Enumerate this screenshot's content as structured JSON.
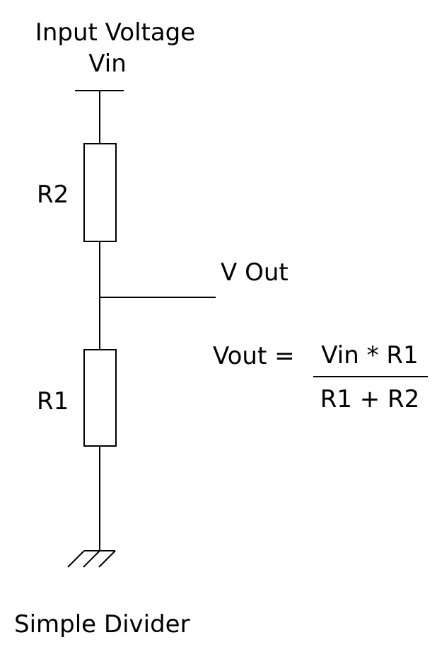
{
  "input": {
    "title_line1": "Input Voltage",
    "title_line2": "Vin"
  },
  "components": {
    "r2_label": "R2",
    "r1_label": "R1"
  },
  "output": {
    "label": "V Out"
  },
  "formula": {
    "lhs": "Vout =",
    "numerator": "Vin * R1",
    "denominator": "R1 + R2"
  },
  "caption": "Simple Divider"
}
